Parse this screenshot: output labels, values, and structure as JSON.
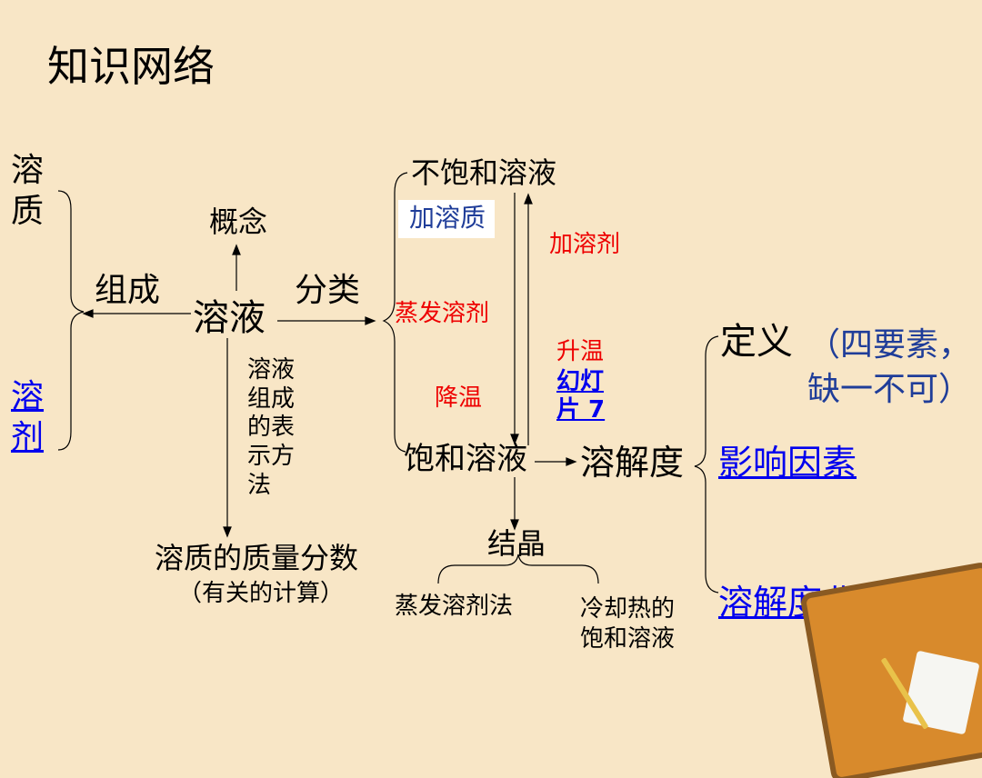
{
  "title": "知识网络",
  "left": {
    "solute": "溶质",
    "solvent": "溶剂"
  },
  "center": {
    "concept": "概念",
    "composition": "组成",
    "solution": "溶液",
    "classification": "分类",
    "representation": "溶液组成的表示方法",
    "mass_fraction": "溶质的质量分数",
    "calc_note": "（有关的计算）"
  },
  "classify": {
    "unsaturated": "不饱和溶液",
    "add_solute": "加溶质",
    "evaporate": "蒸发溶剂",
    "cool": "降温",
    "add_solvent": "加溶剂",
    "heat": "升温",
    "slide_link": "幻灯片 7",
    "saturated": "饱和溶液"
  },
  "solubility": {
    "label": "溶解度",
    "definition": "定义",
    "definition_note": "（四要素，缺一不可）",
    "factors": "影响因素",
    "curve": "溶解度曲线"
  },
  "crystal": {
    "label": "结晶",
    "method1": "蒸发溶剂法",
    "method2": "冷却热的饱和溶液"
  },
  "colors": {
    "background": "#f8e6c6",
    "link": "#0000ee",
    "accent_red": "#ee0000",
    "accent_blue": "#1f3d99"
  }
}
